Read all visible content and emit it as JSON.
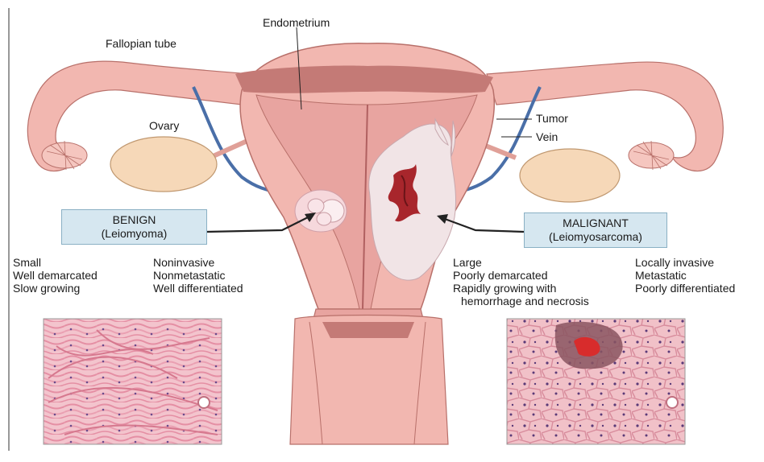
{
  "labels": {
    "endometrium": "Endometrium",
    "fallopian_tube": "Fallopian tube",
    "ovary": "Ovary",
    "tumor": "Tumor",
    "vein": "Vein"
  },
  "benign": {
    "title": "BENIGN",
    "subtitle": "(Leiomyoma)",
    "features_col1": [
      "Small",
      "Well demarcated",
      "Slow growing"
    ],
    "features_col2": [
      "Noninvasive",
      "Nonmetastatic",
      "Well differentiated"
    ]
  },
  "malignant": {
    "title": "MALIGNANT",
    "subtitle": "(Leiomyosarcoma)",
    "features_col1": [
      "Large",
      "Poorly demarcated",
      "Rapidly growing with",
      "hemorrhage and necrosis"
    ],
    "features_col2": [
      "Locally invasive",
      "Metastatic",
      "Poorly differentiated"
    ]
  },
  "colors": {
    "tissue": "#f2b7b0",
    "tissue_outline": "#b8706a",
    "endometrium": "#e8a4a0",
    "cavity": "#c47a76",
    "vein": "#4a6fa8",
    "ovary": "#f6d8b8",
    "tumor": "#f1e4e6",
    "hemorrhage": "#a8262c",
    "box_fill": "#d6e7f0"
  }
}
